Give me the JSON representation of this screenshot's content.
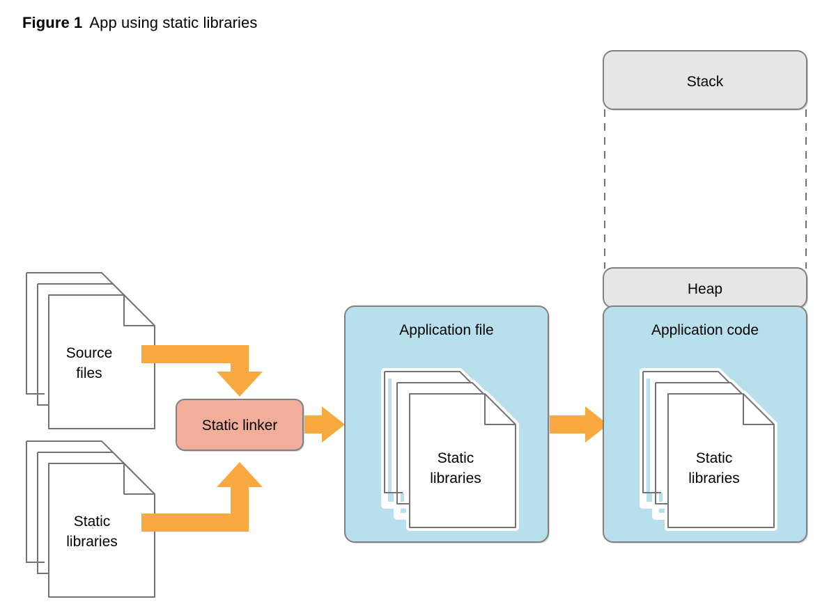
{
  "figure": {
    "label": "Figure 1",
    "title": "App using static libraries"
  },
  "colors": {
    "orange_arrow": "#f7a940",
    "salmon_box": "#f2ad9b",
    "blue_box": "#b8dfec",
    "gray_box": "#e6e6e6",
    "doc_stroke": "#737373",
    "box_stroke": "#808080",
    "doc_fill": "#ffffff",
    "halo": "#ffffff",
    "background": "#ffffff"
  },
  "nodes": {
    "source_files": {
      "line1": "Source",
      "line2": "files",
      "type": "document-stack",
      "count": 3
    },
    "static_libraries_input": {
      "line1": "Static",
      "line2": "libraries",
      "type": "document-stack",
      "count": 3
    },
    "static_linker": {
      "label": "Static linker",
      "type": "process-box"
    },
    "application_file": {
      "label": "Application file",
      "type": "container-box",
      "contains": {
        "line1": "Static",
        "line2": "libraries",
        "type": "document-stack",
        "count": 3
      }
    },
    "memory": {
      "stack": {
        "label": "Stack",
        "type": "memory-segment"
      },
      "heap": {
        "label": "Heap",
        "type": "memory-segment"
      },
      "application_code": {
        "label": "Application code",
        "type": "container-box",
        "contains": {
          "line1": "Static",
          "line2": "libraries",
          "type": "document-stack",
          "count": 3
        }
      }
    }
  },
  "edges": [
    {
      "from": "source_files",
      "to": "static_linker",
      "style": "elbow-down-arrow"
    },
    {
      "from": "static_libraries_input",
      "to": "static_linker",
      "style": "elbow-up-arrow"
    },
    {
      "from": "static_linker",
      "to": "application_file",
      "style": "straight-right-arrow"
    },
    {
      "from": "application_file",
      "to": "application_code",
      "style": "straight-right-arrow"
    }
  ]
}
